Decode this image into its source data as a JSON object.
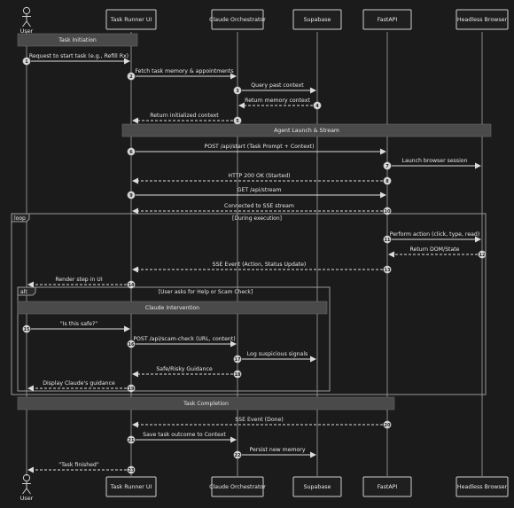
{
  "participants": [
    {
      "id": "user",
      "label": "User",
      "kind": "actor"
    },
    {
      "id": "ui",
      "label": "Task Runner UI",
      "kind": "box"
    },
    {
      "id": "orch",
      "label": "Claude Orchestrator",
      "kind": "box"
    },
    {
      "id": "supabase",
      "label": "Supabase",
      "kind": "box"
    },
    {
      "id": "fastapi",
      "label": "FastAPI",
      "kind": "box"
    },
    {
      "id": "browser",
      "label": "Headless Browser",
      "kind": "box"
    }
  ],
  "notes": [
    {
      "id": "task-initiation",
      "text": "Task Initiation",
      "from": "user",
      "to": "ui"
    },
    {
      "id": "agent-launch",
      "text": "Agent Launch & Stream",
      "from": "ui",
      "to": "browser"
    },
    {
      "id": "claude-intervention",
      "text": "Claude Intervention",
      "from": "user",
      "to": "supabase"
    },
    {
      "id": "task-completion",
      "text": "Task Completion",
      "from": "user",
      "to": "fastapi"
    }
  ],
  "fragments": [
    {
      "id": "loop",
      "tag": "loop",
      "condition": "[During execution]"
    },
    {
      "id": "alt",
      "tag": "alt",
      "condition": "[User asks for Help or Scam Check]"
    }
  ],
  "messages": [
    {
      "n": "1",
      "from": "user",
      "to": "ui",
      "text": "Request to start task (e.g., Refill Rx)",
      "dashed": false
    },
    {
      "n": "2",
      "from": "ui",
      "to": "orch",
      "text": "Fetch task memory & appointments",
      "dashed": false
    },
    {
      "n": "3",
      "from": "orch",
      "to": "supabase",
      "text": "Query past context",
      "dashed": false
    },
    {
      "n": "4",
      "from": "supabase",
      "to": "orch",
      "text": "Return memory context",
      "dashed": true
    },
    {
      "n": "5",
      "from": "orch",
      "to": "ui",
      "text": "Return initialized context",
      "dashed": true
    },
    {
      "n": "6",
      "from": "ui",
      "to": "fastapi",
      "text": "POST /api/start (Task Prompt + Context)",
      "dashed": false
    },
    {
      "n": "7",
      "from": "fastapi",
      "to": "browser",
      "text": "Launch browser session",
      "dashed": false
    },
    {
      "n": "8",
      "from": "fastapi",
      "to": "ui",
      "text": "HTTP 200 OK (Started)",
      "dashed": true
    },
    {
      "n": "9",
      "from": "ui",
      "to": "fastapi",
      "text": "GET /api/stream",
      "dashed": false
    },
    {
      "n": "10",
      "from": "fastapi",
      "to": "ui",
      "text": "Connected to SSE stream",
      "dashed": true
    },
    {
      "n": "11",
      "from": "fastapi",
      "to": "browser",
      "text": "Perform action (click, type, read)",
      "dashed": false
    },
    {
      "n": "12",
      "from": "browser",
      "to": "fastapi",
      "text": "Return DOM/State",
      "dashed": true
    },
    {
      "n": "13",
      "from": "fastapi",
      "to": "ui",
      "text": "SSE Event (Action, Status Update)",
      "dashed": true
    },
    {
      "n": "14",
      "from": "ui",
      "to": "user",
      "text": "Render step in UI",
      "dashed": true
    },
    {
      "n": "15",
      "from": "user",
      "to": "ui",
      "text": "\"Is this safe?\"",
      "dashed": false
    },
    {
      "n": "16",
      "from": "ui",
      "to": "orch",
      "text": "POST /api/scam-check (URL, content)",
      "dashed": false
    },
    {
      "n": "17",
      "from": "orch",
      "to": "supabase",
      "text": "Log suspicious signals",
      "dashed": false
    },
    {
      "n": "18",
      "from": "orch",
      "to": "ui",
      "text": "Safe/Risky Guidance",
      "dashed": true
    },
    {
      "n": "19",
      "from": "ui",
      "to": "user",
      "text": "Display Claude's guidance",
      "dashed": true
    },
    {
      "n": "20",
      "from": "fastapi",
      "to": "ui",
      "text": "SSE Event (Done)",
      "dashed": true
    },
    {
      "n": "21",
      "from": "ui",
      "to": "orch",
      "text": "Save task outcome to Context",
      "dashed": false
    },
    {
      "n": "22",
      "from": "orch",
      "to": "supabase",
      "text": "Persist new memory",
      "dashed": false
    },
    {
      "n": "23",
      "from": "ui",
      "to": "user",
      "text": "\"Task finished\"",
      "dashed": true
    }
  ],
  "colors": {
    "background": "#1b1b1b",
    "box_fill": "#1f1f1f",
    "stroke": "#cfcfcf",
    "note_fill": "#4a4a4a",
    "fragment_stroke": "#9a9a9a",
    "text": "#e8e8e8",
    "badge_fill": "#d8d8d8",
    "badge_text": "#1b1b1b"
  }
}
